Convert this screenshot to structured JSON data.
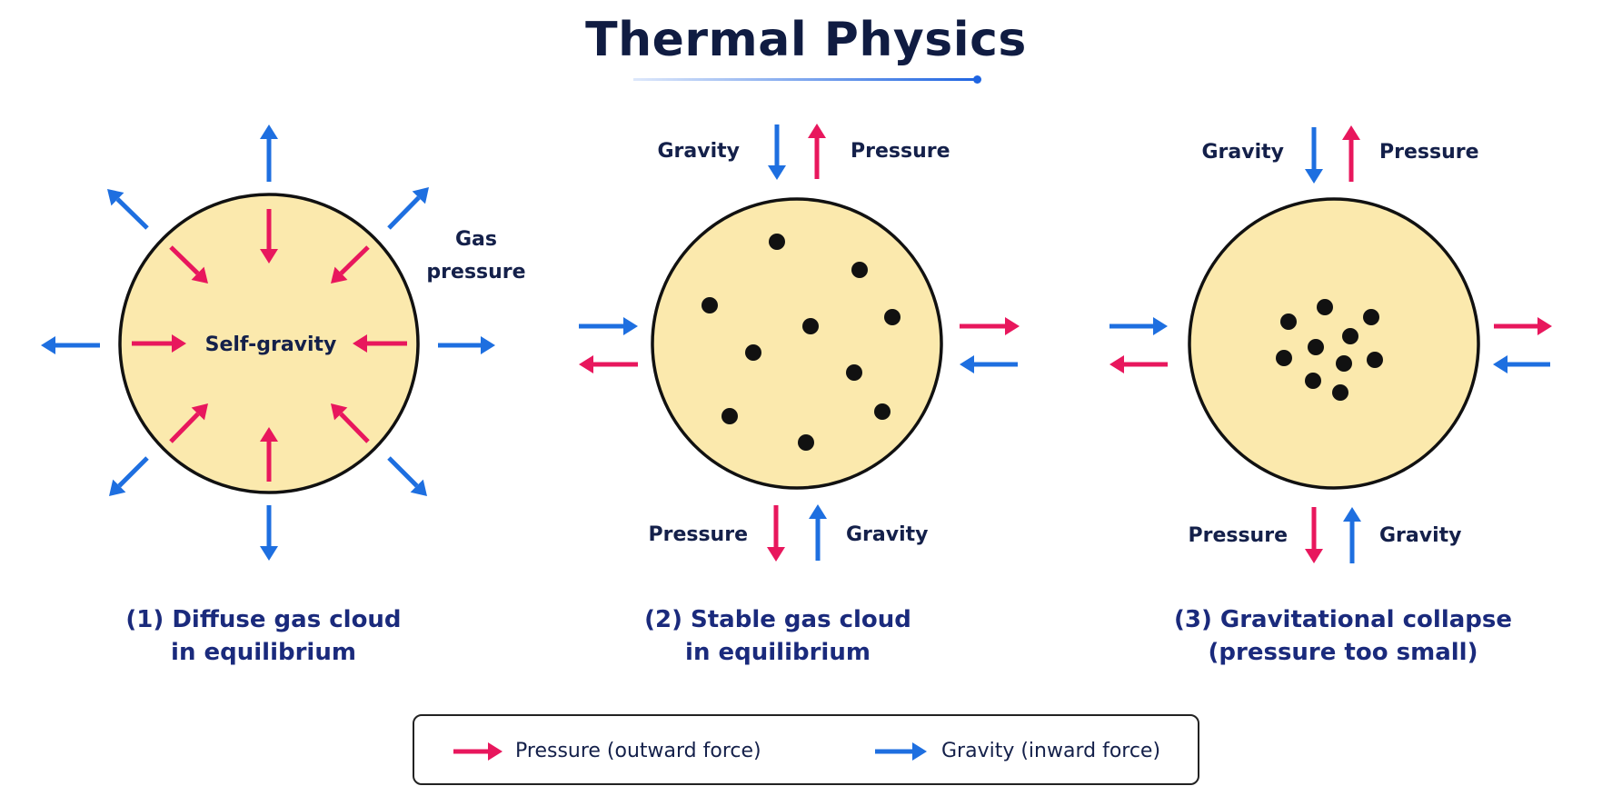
{
  "title": "Thermal Physics",
  "colors": {
    "pressure": "#e8175d",
    "gravity": "#1e6fe0",
    "cloud_fill": "#fbe9ad",
    "particle": "#111111",
    "text": "#14204a"
  },
  "panels": [
    {
      "id": "diffuse",
      "caption_line1": "(1) Diffuse gas cloud",
      "caption_line2": "in equilibrium",
      "center_label": "Self-gravity",
      "side_label_line1": "Gas",
      "side_label_line2": "pressure"
    },
    {
      "id": "stable",
      "caption_line1": "(2) Stable gas cloud",
      "caption_line2": "in equilibrium",
      "top_left_label": "Gravity",
      "top_right_label": "Pressure",
      "bottom_left_label": "Pressure",
      "bottom_right_label": "Gravity"
    },
    {
      "id": "collapse",
      "caption_line1": "(3) Gravitational collapse",
      "caption_line2": "(pressure too small)",
      "top_left_label": "Gravity",
      "top_right_label": "Pressure",
      "bottom_left_label": "Pressure",
      "bottom_right_label": "Gravity"
    }
  ],
  "legend": {
    "pressure_label": "Pressure (outward force)",
    "gravity_label": "Gravity (inward force)"
  }
}
